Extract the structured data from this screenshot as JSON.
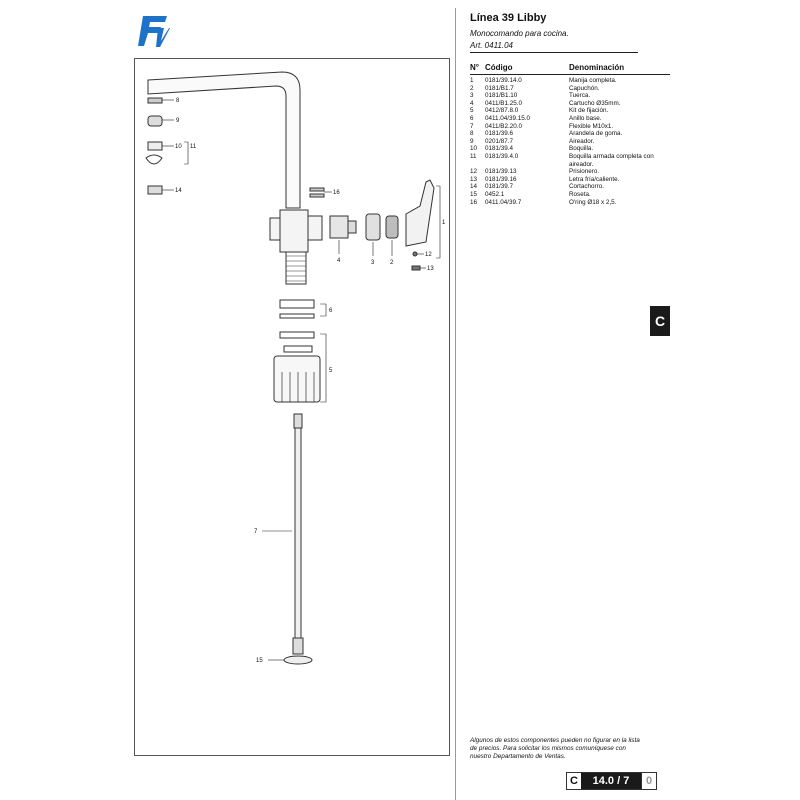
{
  "brand": {
    "name": "fv",
    "color": "#1e73c8"
  },
  "header": {
    "title": "Línea 39 Libby",
    "subtitle": "Monocomando para cocina.",
    "article": "Art. 0411.04"
  },
  "table": {
    "columns": [
      "N°",
      "Código",
      "Denominación"
    ],
    "rows": [
      {
        "n": "1",
        "code": "0181/39.14.0",
        "desc": "Manija completa."
      },
      {
        "n": "2",
        "code": "0181/B1.7",
        "desc": "Capuchón."
      },
      {
        "n": "3",
        "code": "0181/B1.10",
        "desc": "Tuerca."
      },
      {
        "n": "4",
        "code": "0411/B1.25.0",
        "desc": "Cartucho Ø35mm."
      },
      {
        "n": "5",
        "code": "0412/87.8.0",
        "desc": "Kit de fijación."
      },
      {
        "n": "6",
        "code": "0411.04/39.15.0",
        "desc": "Anillo base."
      },
      {
        "n": "7",
        "code": "0411/B2.20.0",
        "desc": "Flexible M10x1."
      },
      {
        "n": "8",
        "code": "0181/39.6",
        "desc": "Arandela de goma."
      },
      {
        "n": "9",
        "code": "0201/87.7",
        "desc": "Aireador."
      },
      {
        "n": "10",
        "code": "0181/39.4",
        "desc": "Boquilla."
      },
      {
        "n": "11",
        "code": "0181/39.4.0",
        "desc": "Boquilla armada completa con aireador."
      },
      {
        "n": "12",
        "code": "0181/39.13",
        "desc": "Prisionero."
      },
      {
        "n": "13",
        "code": "0181/39.16",
        "desc": "Letra fría/caliente."
      },
      {
        "n": "14",
        "code": "0181/39.7",
        "desc": "Cortachorro."
      },
      {
        "n": "15",
        "code": "0452.1",
        "desc": "Roseta."
      },
      {
        "n": "16",
        "code": "0411.04/39.7",
        "desc": "O'ring Ø18 x 2,5."
      }
    ]
  },
  "section_tab": "C",
  "note": "Algunos de estos componentes pueden no figurar en la lista de precios. Para solicitar los mismos comuníquese con nuestro Departamento de Ventas.",
  "page": {
    "section": "C",
    "number": "14.0 / 7",
    "sub": "0"
  },
  "diagram": {
    "callouts": {
      "c8": "8",
      "c9": "9",
      "c10": "10",
      "c11": "11",
      "c14": "14",
      "c16": "16",
      "c1": "1",
      "c2": "2",
      "c3": "3",
      "c4": "4",
      "c12": "12",
      "c13": "13",
      "c6": "6",
      "c5": "5",
      "c7": "7",
      "c15": "15"
    }
  }
}
